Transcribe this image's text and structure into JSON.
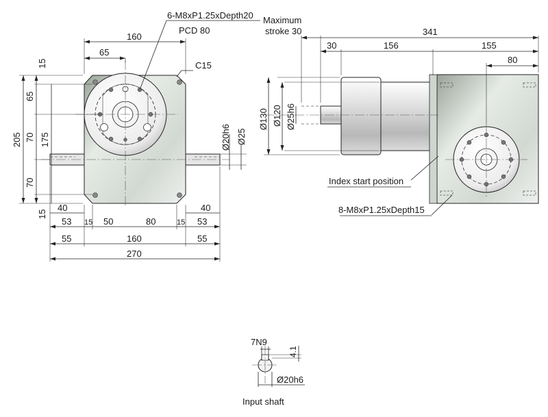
{
  "front_view": {
    "callout_holes": "6-M8xP1.25xDepth20",
    "callout_pcd": "PCD 80",
    "callout_chamfer": "C15",
    "top_160": "160",
    "top_65": "65",
    "left_15_top": "15",
    "left_65": "65",
    "left_70_upper": "70",
    "left_175": "175",
    "left_205": "205",
    "left_70_lower": "70",
    "left_15_bottom": "15",
    "shaft_dia_20h6": "Ø20h6",
    "shaft_dia_25": "Ø25",
    "left_40": "40",
    "right_40": "40",
    "row1_53_left": "53",
    "row1_15_left": "15",
    "row1_50": "50",
    "row1_80": "80",
    "row1_15_right": "15",
    "row1_53_right": "53",
    "row2_55_left": "55",
    "row2_160": "160",
    "row2_55_right": "55",
    "row3_270": "270"
  },
  "side_view": {
    "max_stroke_line1": "Maximum",
    "max_stroke_line2": "stroke 30",
    "top_341": "341",
    "top_30": "30",
    "top_156": "156",
    "top_155": "155",
    "top_80": "80",
    "dia_130": "Ø130",
    "dia_120": "Ø120",
    "dia_25h6": "Ø25h6",
    "label_index_start": "Index start position",
    "label_holes": "8-M8xP1.25xDepth15"
  },
  "input_shaft": {
    "keyway_7n9": "7N9",
    "depth_4_1": "4.1",
    "dia_20h6": "Ø20h6",
    "caption": "Input shaft"
  },
  "colors": {
    "body_fill": "#d6dcd6",
    "disc_fill": "#f6f6f6",
    "shaft_fill": "#e8e8e8",
    "line": "#222222"
  }
}
